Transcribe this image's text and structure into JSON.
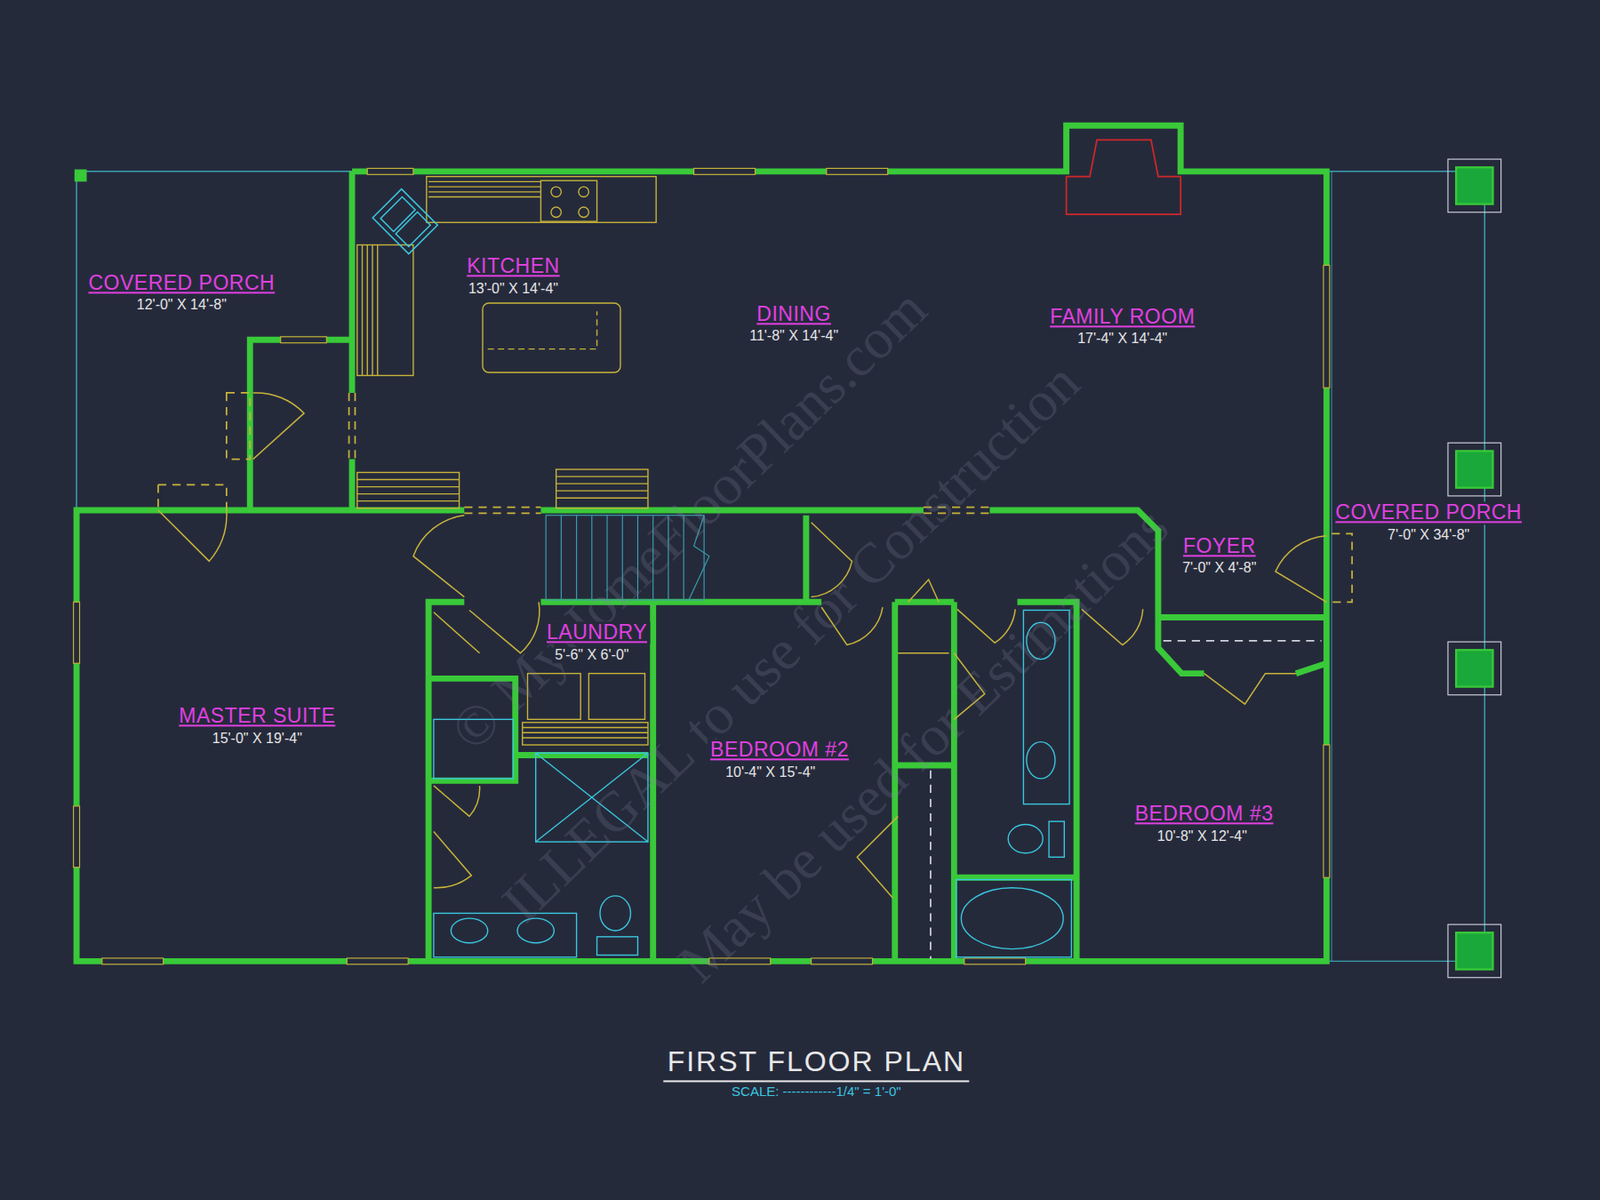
{
  "diagram": {
    "title": "FIRST FLOOR PLAN",
    "caption": "SCALE: ------------1/4\" = 1'-0\"",
    "labels": [
      "COVERED PORCH",
      "12'-0\" X 14'-8\"",
      "KITCHEN",
      "13'-0\" X 14'-4\"",
      "DINING",
      "11'-8\" X 14'-4\"",
      "FAMILY ROOM",
      "17'-4\" X 14'-4\"",
      "FOYER",
      "7'-0\" X 4'-8\"",
      "COVERED PORCH",
      "7'-0\" X 34'-8\"",
      "LAUNDRY",
      "5'-6\" X 6'-0\"",
      "MASTER SUITE",
      "15'-0\" X 19'-4\"",
      "BEDROOM #2",
      "10'-4\" X 15'-4\"",
      "BEDROOM #3",
      "10'-8\" X 12'-4\"",
      "© MyHomeFloorPlans.com",
      "ILLEGAL to use for Construction",
      "May be used for Estimations"
    ]
  }
}
